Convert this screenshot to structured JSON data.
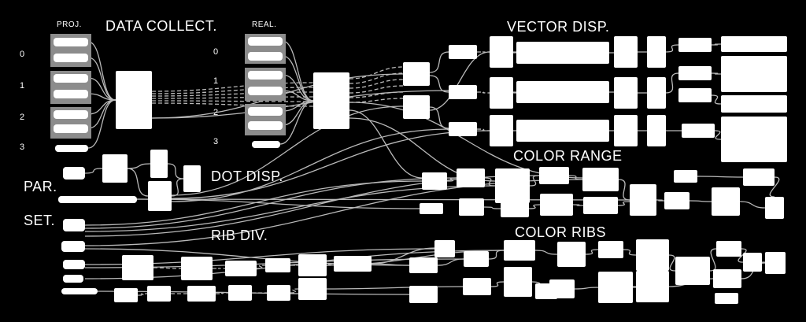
{
  "colors": {
    "background": "#000000",
    "node": "#ffffff",
    "group_panel": "#8c8c8c",
    "wire": "#b9b9b9"
  },
  "groups": {
    "data_collect": "DATA  COLLECT.",
    "vector_disp": "VECTOR DISP.",
    "color_range": "COLOR  RANGE",
    "dot_disp": "DOT DISP.",
    "rib_div": "RIB DIV.",
    "color_ribs": "COLOR  RIBS",
    "par": "PAR.",
    "set": "SET."
  },
  "columns": {
    "proj": "PROJ.",
    "real": "REAL."
  },
  "indices_left": [
    "0",
    "1",
    "2",
    "3"
  ],
  "indices_right": [
    "0",
    "1",
    "2",
    "3"
  ]
}
